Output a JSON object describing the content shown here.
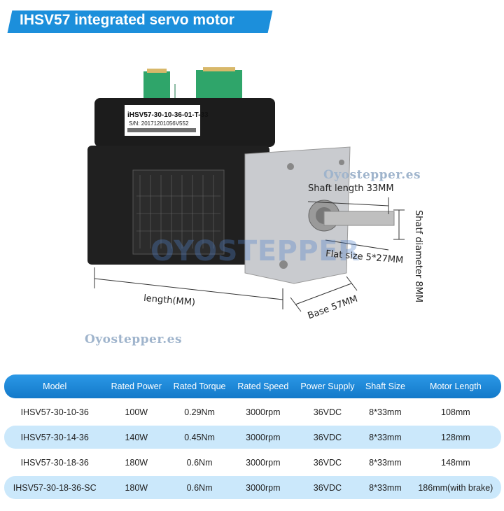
{
  "title": "IHSV57 integrated servo motor",
  "product_label": {
    "model": "iHSV57-30-10-36-01-T-33",
    "serial": "S/N: 20171201056V552"
  },
  "watermarks": [
    "Oyostepper.es",
    "OYOSTEPPER",
    "Oyostepper.es"
  ],
  "annotations": {
    "shaft_length": "Shaft length 33MM",
    "shaft_diameter": "Shatf diameter 8MM",
    "flat_size": "Flat size 5*27MM",
    "length": "length(MM)",
    "base": "Base 57MM"
  },
  "table": {
    "headers": [
      "Model",
      "Rated Power",
      "Rated Torque",
      "Rated Speed",
      "Power Supply",
      "Shaft Size",
      "Motor Length"
    ],
    "rows": [
      [
        "IHSV57-30-10-36",
        "100W",
        "0.29Nm",
        "3000rpm",
        "36VDC",
        "8*33mm",
        "108mm"
      ],
      [
        "IHSV57-30-14-36",
        "140W",
        "0.45Nm",
        "3000rpm",
        "36VDC",
        "8*33mm",
        "128mm"
      ],
      [
        "IHSV57-30-18-36",
        "180W",
        "0.6Nm",
        "3000rpm",
        "36VDC",
        "8*33mm",
        "148mm"
      ],
      [
        "IHSV57-30-18-36-SC",
        "180W",
        "0.6Nm",
        "3000rpm",
        "36VDC",
        "8*33mm",
        "186mm(with brake)"
      ]
    ]
  },
  "colors": {
    "accent": "#1c8fdb",
    "row_alt": "#cbe8fb"
  }
}
